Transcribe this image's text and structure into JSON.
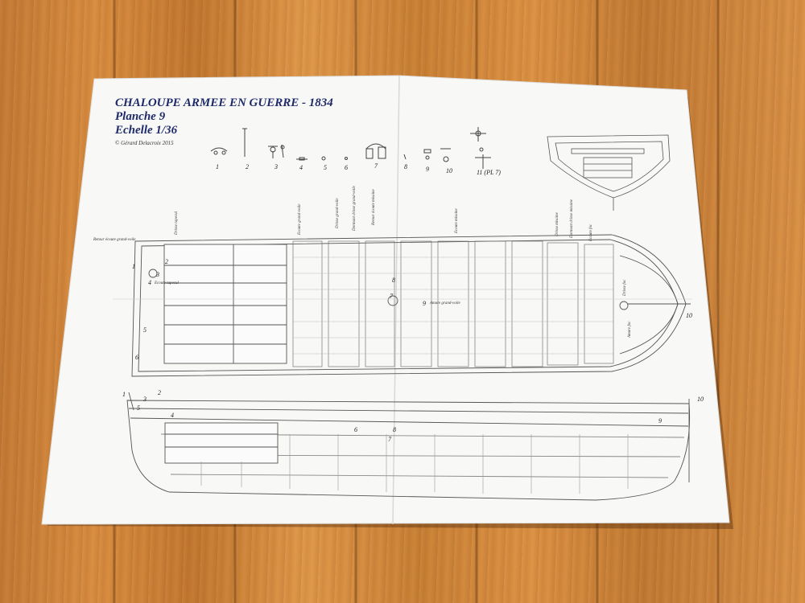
{
  "plan": {
    "title": "CHALOUPE ARMEE EN GUERRE - 1834",
    "plate": "Planche 9",
    "scale": "Echelle 1/36",
    "copyright": "© Gérard Delacroix 2015"
  },
  "parts": [
    {
      "id": "part-1",
      "label": "1"
    },
    {
      "id": "part-2",
      "label": "2"
    },
    {
      "id": "part-3",
      "label": "3"
    },
    {
      "id": "part-4",
      "label": "4"
    },
    {
      "id": "part-5",
      "label": "5"
    },
    {
      "id": "part-6",
      "label": "6"
    },
    {
      "id": "part-7",
      "label": "7"
    },
    {
      "id": "part-8",
      "label": "8"
    },
    {
      "id": "part-9",
      "label": "9"
    },
    {
      "id": "part-10",
      "label": "10"
    },
    {
      "id": "part-11",
      "label": "11 (PL 7)"
    }
  ],
  "rigging_labels": {
    "driss_lateral": "Drisse tapecul",
    "ecoute_grand_voile": "Ecoute grand-voile",
    "drisse_grand_voile": "Drisse grand-voile",
    "dormant_drisse_grand_voile": "Dormant drisse grand-voile",
    "retour_ecoute_misaine": "Retour écoute misaine",
    "ecoute_misaine": "Ecoute misaine",
    "drisse_misaine": "Drisse misaine",
    "dormant_drisse_misaine": "Dormant drisse misaine",
    "ecoute_foc": "Ecoute foc",
    "retour_ecoute_grand_voile": "Retour écoute grand-voile",
    "ecoute_tapecul": "Ecoute tapecul",
    "amure_grand_voile": "Amure grand-voile",
    "drisse_foc": "Drisse foc",
    "amure_foc": "Amure foc"
  },
  "numbers": [
    "1",
    "2",
    "3",
    "4",
    "5",
    "6",
    "7",
    "8",
    "9",
    "10"
  ]
}
